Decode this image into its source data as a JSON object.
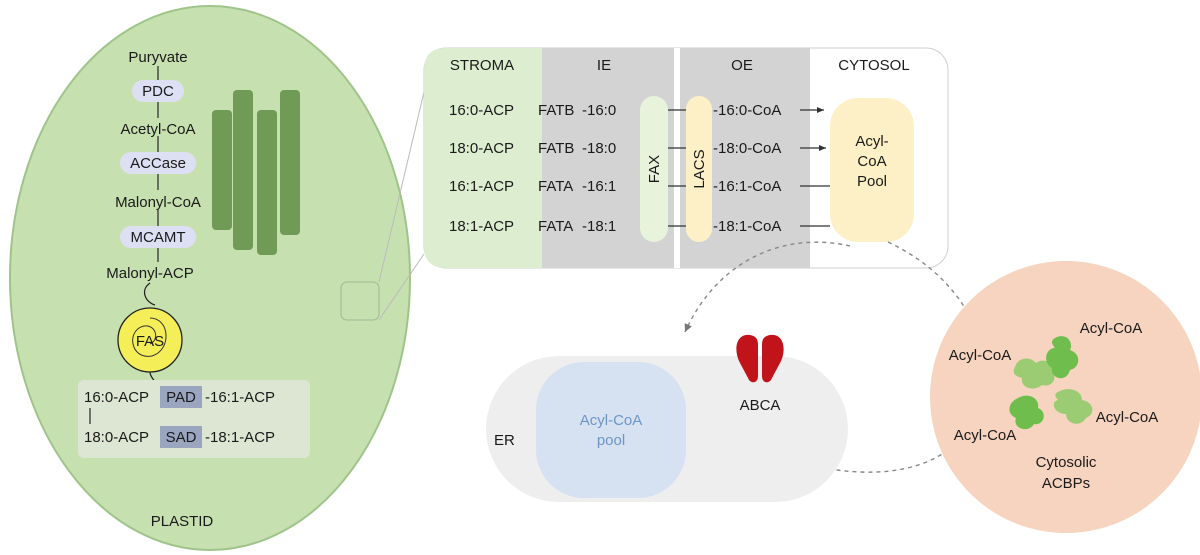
{
  "colors": {
    "plastid_fill": "#c7e0b0",
    "plastid_stroke": "#9fc48a",
    "enzyme_pill": "#dde0f2",
    "thylakoid": "#6f9b57",
    "fas_fill": "#f4ee58",
    "inset_stroma": "#dcedd0",
    "membrane_grey": "#d3d3d3",
    "fax_fill": "#e8f3dc",
    "lacs_fill": "#fdf0c6",
    "acyl_pool_fill": "#fdf0c6",
    "er_fill": "#eeeeee",
    "er_pool_fill": "#d6e1f2",
    "er_pool_text": "#6b97c8",
    "abca_fill": "#c0141a",
    "acbp_fill": "#f6d4bf",
    "acbp_protein_dark": "#6fbd4c",
    "acbp_protein_light": "#9bcc74"
  },
  "plastid": {
    "label": "PLASTID",
    "pathway": {
      "puryvate": "Puryvate",
      "pdc": "PDC",
      "acetyl_coa": "Acetyl-CoA",
      "accase": "ACCase",
      "malonyl_coa": "Malonyl-CoA",
      "mcamt": "MCAMT",
      "malonyl_acp": "Malonyl-ACP",
      "fas": "FAS"
    },
    "desaturation": {
      "row1_left": "16:0-ACP",
      "row1_enzyme": "PAD",
      "row1_right": "-16:1-ACP",
      "row2_left": "18:0-ACP",
      "row2_enzyme": "SAD",
      "row2_right": "-18:1-ACP"
    }
  },
  "inset": {
    "headers": {
      "stroma": "STROMA",
      "ie": "IE",
      "oe": "OE",
      "cytosol": "CYTOSOL"
    },
    "fax": "FAX",
    "lacs": "LACS",
    "acyl_pool": [
      "Acyl-",
      "CoA",
      "Pool"
    ],
    "rows": [
      {
        "acp": "16:0-ACP",
        "enzyme": "FATB",
        "ffa": "-16:0",
        "coa": "-16:0-CoA"
      },
      {
        "acp": "18:0-ACP",
        "enzyme": "FATB",
        "ffa": "-18:0",
        "coa": "-18:0-CoA"
      },
      {
        "acp": "16:1-ACP",
        "enzyme": "FATA",
        "ffa": "-16:1",
        "coa": "-16:1-CoA"
      },
      {
        "acp": "18:1-ACP",
        "enzyme": "FATA",
        "ffa": "-18:1",
        "coa": "-18:1-CoA"
      }
    ]
  },
  "er": {
    "label": "ER",
    "pool": [
      "Acyl-CoA",
      "pool"
    ],
    "abca": "ABCA"
  },
  "acbp": {
    "acyl_coa_labels": [
      "Acyl-CoA",
      "Acyl-CoA",
      "Acyl-CoA",
      "Acyl-CoA"
    ],
    "title": [
      "Cytosolic",
      "ACBPs"
    ]
  }
}
